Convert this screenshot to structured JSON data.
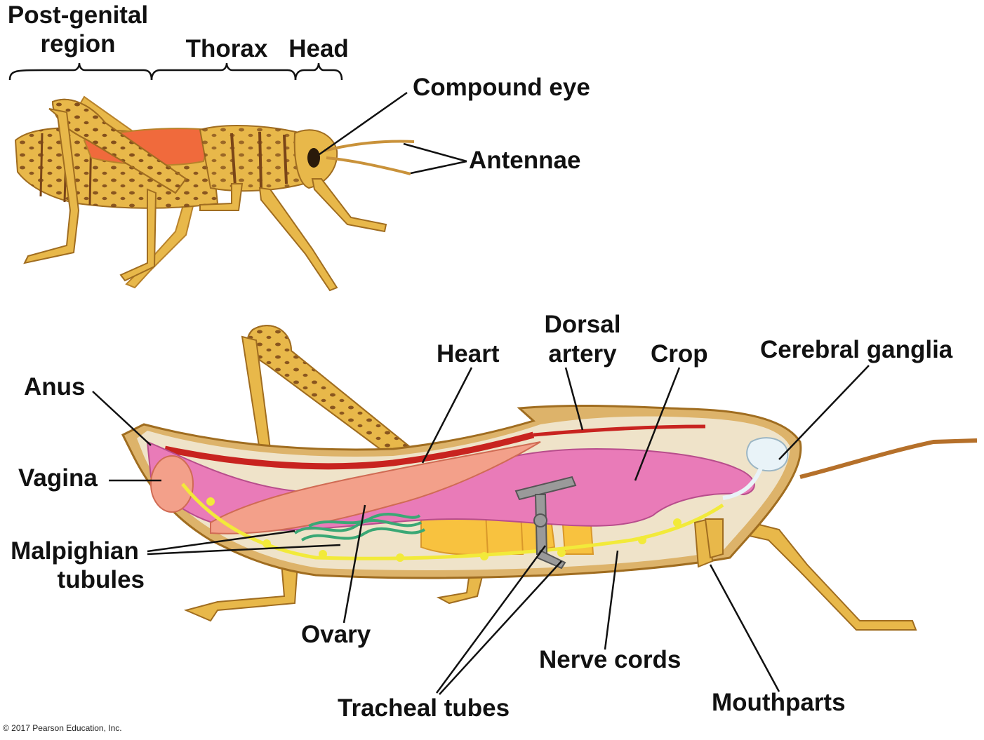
{
  "labels": {
    "post_genital": "Post-genital",
    "region": "region",
    "thorax": "Thorax",
    "head": "Head",
    "compound_eye": "Compound eye",
    "antennae": "Antennae",
    "dorsal": "Dorsal",
    "artery": "artery",
    "heart": "Heart",
    "crop": "Crop",
    "cerebral_ganglia": "Cerebral ganglia",
    "anus": "Anus",
    "vagina": "Vagina",
    "malpighian": "Malpighian",
    "tubules": "tubules",
    "ovary": "Ovary",
    "nerve_cords": "Nerve cords",
    "tracheal_tubes": "Tracheal tubes",
    "mouthparts": "Mouthparts"
  },
  "copyright": "© 2017 Pearson Education, Inc.",
  "colors": {
    "body": "#e8b84a",
    "body_dark": "#7a4518",
    "wing_red": "#f06a3c",
    "heart_red": "#c8231f",
    "crop_pink": "#e97bb8",
    "ovary_salmon": "#f3a08a",
    "fat_body": "#f8c23f",
    "nerve_yellow": "#f2ea3a",
    "malpighian_green": "#3aa875",
    "ganglia": "#e9f3f8",
    "trachea": "#8f8f8f"
  }
}
